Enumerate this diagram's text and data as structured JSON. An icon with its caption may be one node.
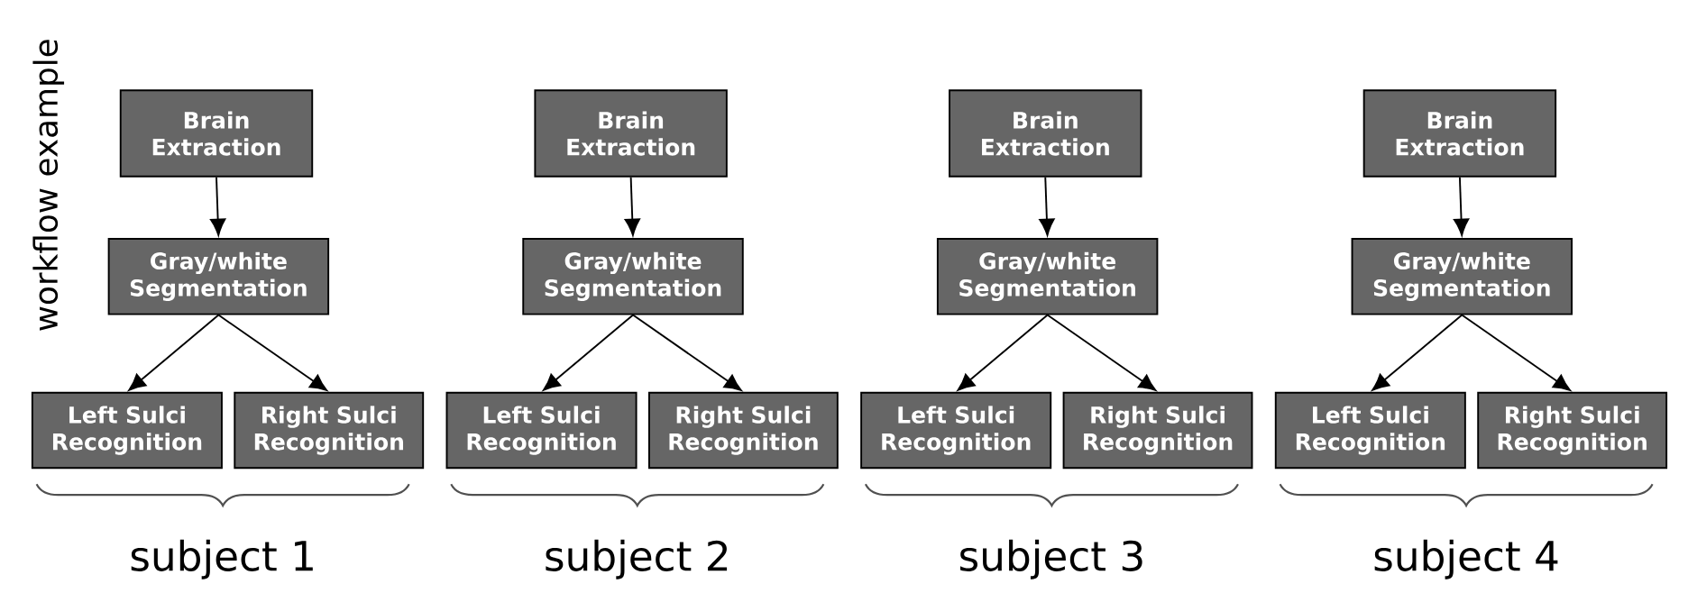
{
  "diagram": {
    "nodes": [
      {
        "text": [
          "Brain Extraction"
        ]
      },
      {
        "text": [
          "Gray/white Segmentation"
        ]
      },
      {
        "text": [
          "Left Sulci Recognition"
        ]
      },
      {
        "text": [
          "Right Sulci Recognition"
        ]
      },
      {
        "text": [
          "Brain Extraction"
        ]
      },
      {
        "text": [
          "Gray/white Segmentation"
        ]
      },
      {
        "text": [
          "Left Sulci Recognition"
        ]
      },
      {
        "text": [
          "Right Sulci Recognition"
        ]
      },
      {
        "text": [
          "Brain Extraction"
        ]
      },
      {
        "text": [
          "Gray/white Segmentation"
        ]
      },
      {
        "text": [
          "Left Sulci Recognition"
        ]
      },
      {
        "text": [
          "Right Sulci Recognition"
        ]
      },
      {
        "text": [
          "Brain Extraction"
        ]
      },
      {
        "text": [
          "Gray/white Segmentation"
        ]
      },
      {
        "text": [
          "Left Sulci Recognition"
        ]
      },
      {
        "text": [
          "Right Sulci Recognition"
        ]
      }
    ],
    "edges": [
      {
        "from": 0,
        "to": 1,
        "arrow": "to"
      },
      {
        "from": 1,
        "to": 2,
        "arrow": "to"
      },
      {
        "from": 1,
        "to": 3,
        "arrow": "to"
      },
      {
        "from": 4,
        "to": 5,
        "arrow": "to"
      },
      {
        "from": 5,
        "to": 6,
        "arrow": "to"
      },
      {
        "from": 5,
        "to": 7,
        "arrow": "to"
      },
      {
        "from": 8,
        "to": 9,
        "arrow": "to"
      },
      {
        "from": 9,
        "to": 10,
        "arrow": "to"
      },
      {
        "from": 9,
        "to": 11,
        "arrow": "to"
      },
      {
        "from": 12,
        "to": 13,
        "arrow": "to"
      },
      {
        "from": 13,
        "to": 14,
        "arrow": "to"
      },
      {
        "from": 13,
        "to": 15,
        "arrow": "to"
      }
    ],
    "labels": [
      "workflow example",
      "subject 1",
      "subject 2",
      "subject 3",
      "subject 4"
    ]
  }
}
